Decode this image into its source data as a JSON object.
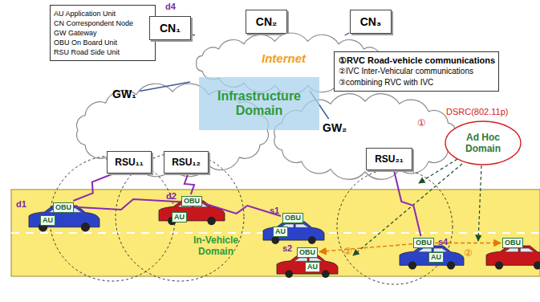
{
  "diagram": {
    "nodes": [
      {
        "text": [
          "AU Application Unit",
          "CN Correspondent Node",
          "GW Gateway",
          "OBU On Board Unit",
          "RSU Road Side Unit"
        ]
      },
      {
        "text": [
          "CN₁"
        ]
      },
      {
        "text": [
          "CN₂"
        ]
      },
      {
        "text": [
          "CN₃"
        ]
      },
      {
        "text": [
          "Internet"
        ]
      },
      {
        "text": [
          "Infrastructure Domain"
        ]
      },
      {
        "text": [
          "①RVC Road-vehicle communications",
          "②IVC Inter-Vehicular communications",
          "③combining RVC with IVC"
        ]
      },
      {
        "text": [
          "GW₁"
        ]
      },
      {
        "text": [
          "GW₂"
        ]
      },
      {
        "text": [
          "RSU₁₁"
        ]
      },
      {
        "text": [
          "RSU₁₂"
        ]
      },
      {
        "text": [
          "RSU₂₁"
        ]
      },
      {
        "text": [
          "Ad Hoc Domain"
        ]
      },
      {
        "text": [
          "OBU"
        ]
      },
      {
        "text": [
          "AU"
        ]
      },
      {
        "text": [
          "OBU"
        ]
      },
      {
        "text": [
          "AU"
        ]
      },
      {
        "text": [
          "OBU"
        ]
      },
      {
        "text": [
          "AU"
        ]
      },
      {
        "text": [
          "OBU"
        ]
      },
      {
        "text": [
          "AU"
        ]
      },
      {
        "text": [
          "OBU"
        ]
      },
      {
        "text": [
          "AU"
        ]
      },
      {
        "text": [
          "OBU"
        ]
      }
    ],
    "edges": [
      {
        "from": 1,
        "to": 4,
        "arrow": "none"
      },
      {
        "from": 2,
        "to": 4,
        "arrow": "none"
      },
      {
        "from": 3,
        "to": 4,
        "arrow": "none"
      },
      {
        "from": 4,
        "to": 7,
        "arrow": "none"
      },
      {
        "from": 4,
        "to": 8,
        "arrow": "none"
      },
      {
        "from": 9,
        "to": 13,
        "arrow": "none"
      },
      {
        "from": 10,
        "to": 15,
        "arrow": "none"
      },
      {
        "from": 13,
        "to": 15,
        "arrow": "none"
      },
      {
        "from": 15,
        "to": 17,
        "arrow": "none"
      },
      {
        "from": 11,
        "to": 21,
        "arrow": "none"
      },
      {
        "from": 21,
        "to": 19,
        "arrow": "to"
      },
      {
        "from": 21,
        "to": 23,
        "arrow": "to"
      }
    ],
    "labels": [
      "d4",
      "d1",
      "d2",
      "s1",
      "s2",
      "s4",
      "DSRC(802.11p)",
      "In-Vehicle Domain",
      "①",
      "②",
      "②"
    ]
  }
}
